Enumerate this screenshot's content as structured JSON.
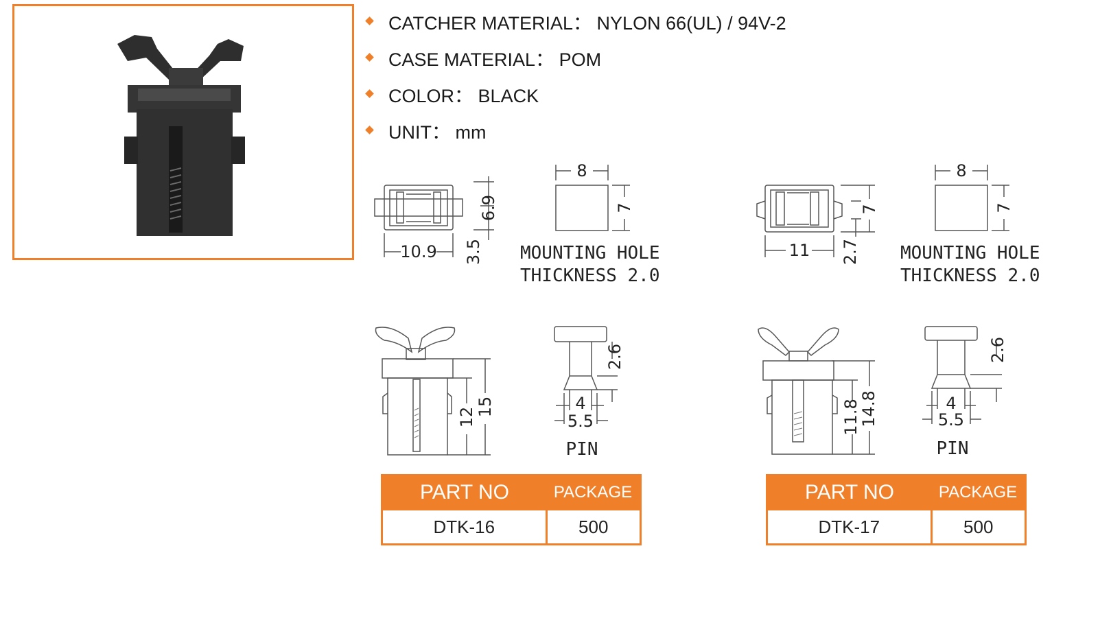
{
  "specs": [
    {
      "label": "CATCHER MATERIAL",
      "sep": "：",
      "value": "NYLON 66(UL) / 94V-2"
    },
    {
      "label": "CASE MATERIAL",
      "sep": "：",
      "value": "POM"
    },
    {
      "label": "COLOR",
      "sep": "：",
      "value": "BLACK"
    },
    {
      "label": "UNIT",
      "sep": "：",
      "value": "mm"
    }
  ],
  "colors": {
    "accent": "#f07f2a",
    "part": "#3a3a3a",
    "line": "#555555"
  },
  "models": [
    {
      "top_view": {
        "width": "10.9",
        "height": "6.9",
        "offset": "3.5"
      },
      "mounting_hole": {
        "width": "8",
        "height": "7",
        "label1": "MOUNTING HOLE",
        "label2": "THICKNESS 2.0"
      },
      "side_view": {
        "h1": "12",
        "h2": "15"
      },
      "pin": {
        "height": "2.6",
        "inner": "4",
        "outer": "5.5",
        "label": "PIN"
      },
      "table": {
        "header_part": "PART NO",
        "header_package": "PACKAGE",
        "part_no": "DTK-16",
        "package": "500"
      }
    },
    {
      "top_view": {
        "width": "11",
        "height": "7",
        "offset": "2.7"
      },
      "mounting_hole": {
        "width": "8",
        "height": "7",
        "label1": "MOUNTING HOLE",
        "label2": "THICKNESS 2.0"
      },
      "side_view": {
        "h1": "11.8",
        "h2": "14.8"
      },
      "pin": {
        "height": "2.6",
        "inner": "4",
        "outer": "5.5",
        "label": "PIN"
      },
      "table": {
        "header_part": "PART NO",
        "header_package": "PACKAGE",
        "part_no": "DTK-17",
        "package": "500"
      }
    }
  ]
}
